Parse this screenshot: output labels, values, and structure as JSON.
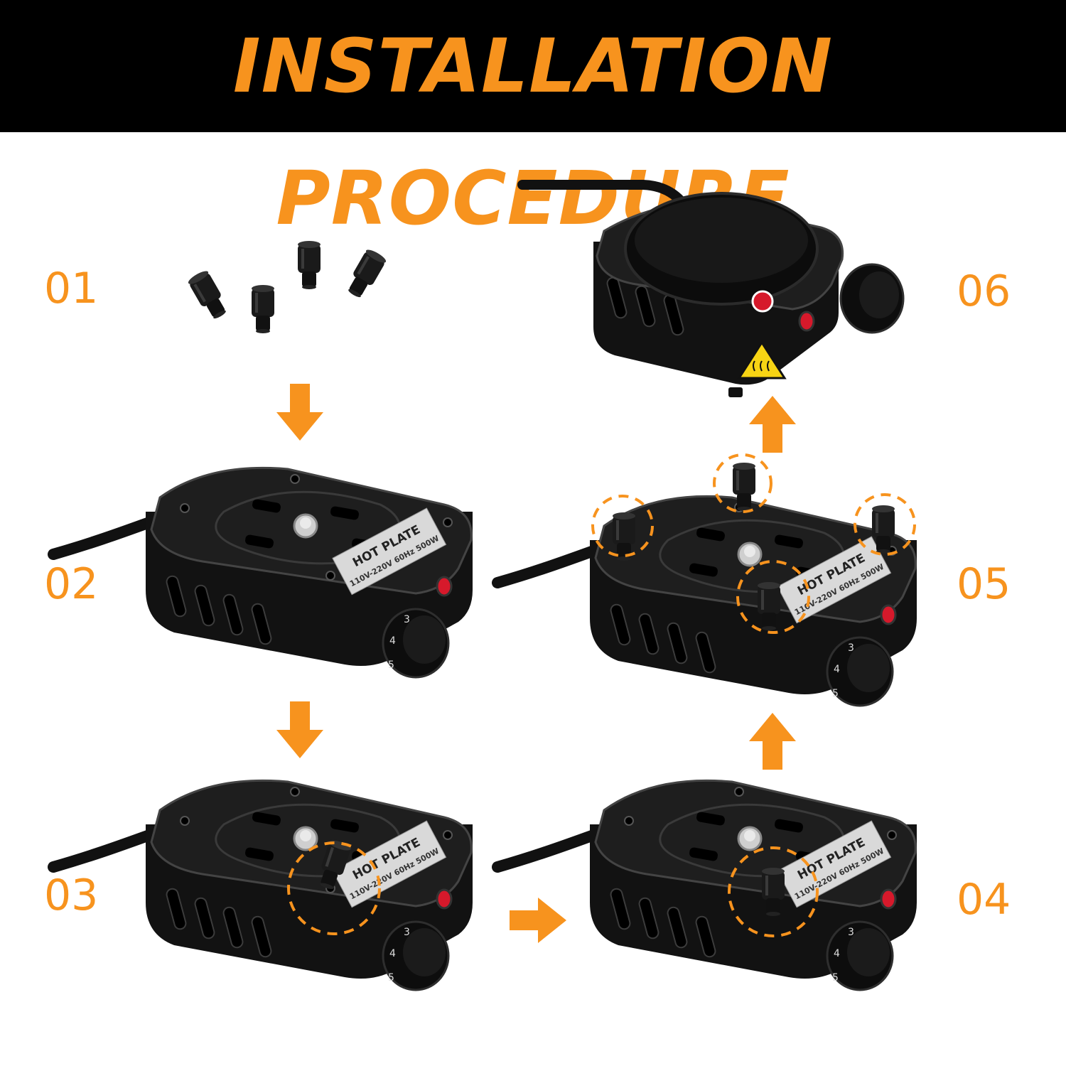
{
  "title": "INSTALLATION PROCEDURE",
  "colors": {
    "accent": "#F7931E",
    "header_bg": "#000000",
    "device": "#141414",
    "background": "#FFFFFF"
  },
  "steps": [
    {
      "number": "01"
    },
    {
      "number": "02"
    },
    {
      "number": "03"
    },
    {
      "number": "04"
    },
    {
      "number": "05"
    },
    {
      "number": "06"
    }
  ],
  "device_label": {
    "name": "HOT PLATE",
    "spec": "110V-220V 60Hz 500W"
  },
  "knob_marks": [
    "3",
    "4",
    "5"
  ],
  "icons": [
    "arrow-down-icon",
    "arrow-right-icon",
    "arrow-up-icon",
    "hot-surface-warning-icon"
  ]
}
